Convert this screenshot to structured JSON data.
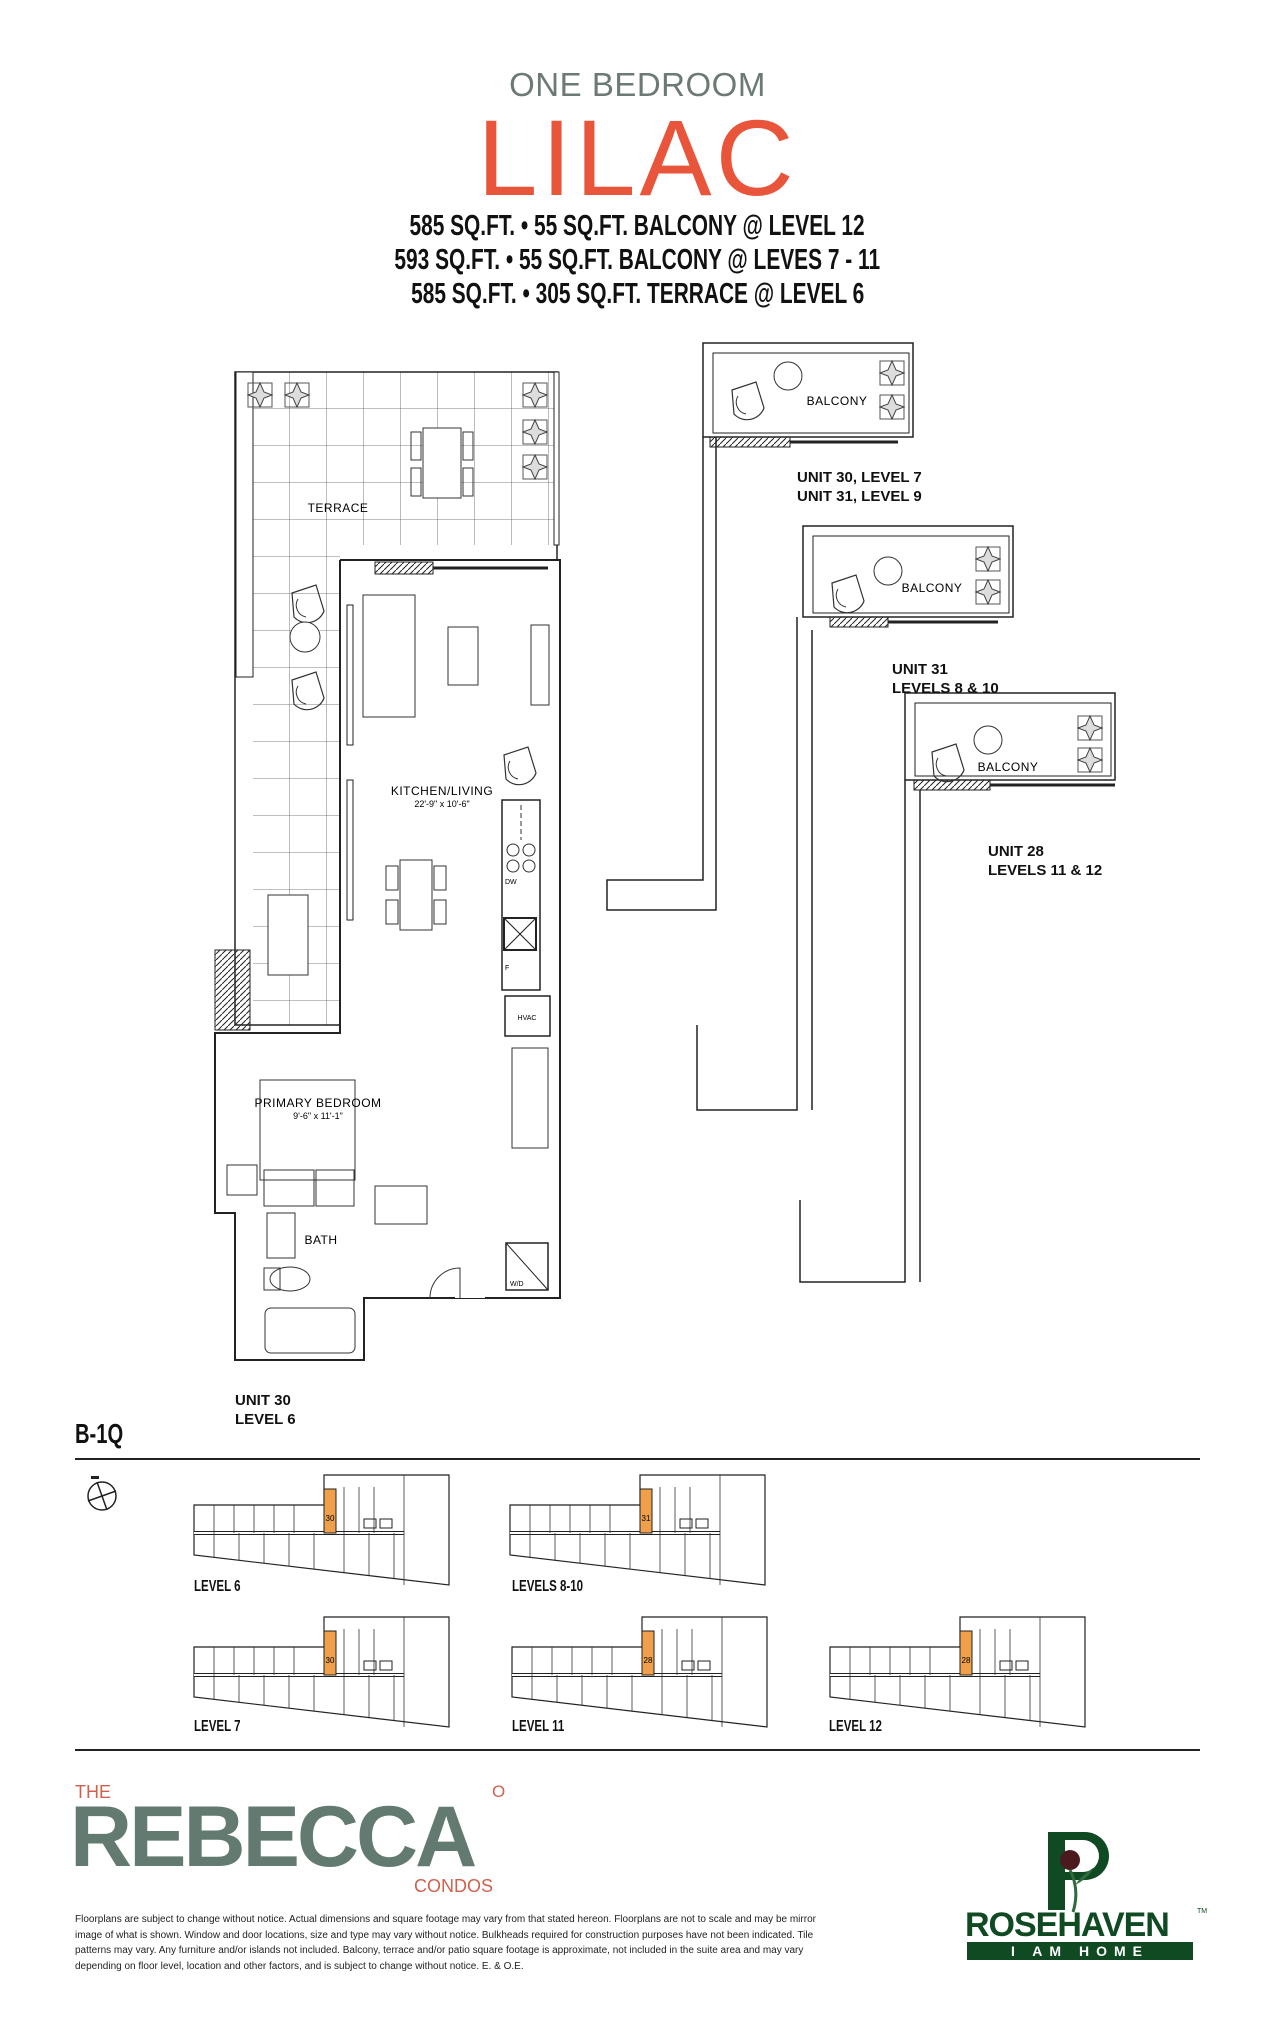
{
  "header": {
    "subtitle": "ONE BEDROOM",
    "title": "LILAC",
    "sqft_lines": [
      "585 SQ.FT. • 55 SQ.FT. BALCONY @ LEVEL 12",
      "593 SQ.FT. • 55 SQ.FT. BALCONY @ LEVES 7 - 11",
      "585 SQ.FT. • 305 SQ.FT. TERRACE @ LEVEL 6"
    ]
  },
  "main_plan": {
    "terrace": "TERRACE",
    "kitchen_living": "KITCHEN/LIVING",
    "kitchen_living_dim": "22'-9\" x 10'-6\"",
    "primary_bedroom": "PRIMARY BEDROOM",
    "primary_bedroom_dim": "9'-6\" x 11'-1\"",
    "bath": "BATH",
    "hvac": "HVAC",
    "wd": "W/D",
    "dw": "DW",
    "fridge": "F",
    "unit_line1": "UNIT 30",
    "unit_line2": "LEVEL 6"
  },
  "variants": [
    {
      "balcony": "BALCONY",
      "line1": "UNIT 30, LEVEL 7",
      "line2": "UNIT 31, LEVEL 9"
    },
    {
      "balcony": "BALCONY",
      "line1": "UNIT 31",
      "line2": "LEVELS 8 & 10"
    },
    {
      "balcony": "BALCONY",
      "line1": "UNIT 28",
      "line2": "LEVELS 11 & 12"
    }
  ],
  "plan_code": "B-1Q",
  "key_plans": [
    {
      "label": "LEVEL 6",
      "unit": "30"
    },
    {
      "label": "LEVELS 8-10",
      "unit": "31"
    },
    {
      "label": "LEVEL 7",
      "unit": "30"
    },
    {
      "label": "LEVEL 11",
      "unit": "28"
    },
    {
      "label": "LEVEL 12",
      "unit": "28"
    }
  ],
  "branding": {
    "the": "THE",
    "name": "REBECCA",
    "o": "O",
    "condos": "CONDOS",
    "developer": "ROSEHAVEN",
    "developer_tm": "TM",
    "developer_tagline": "I AM HOME"
  },
  "disclaimer": "Floorplans are subject to change without notice. Actual dimensions and square footage may vary from that stated hereon. Floorplans are not to scale and may be mirror image of what is shown. Window and door locations, size and type may vary without notice. Bulkheads required for construction purposes have not been indicated. Tile patterns may vary. Any furniture and/or islands not included. Balcony, terrace and/or patio square footage is approximate, not included in the suite area and may vary depending on floor level, location and other factors, and is subject to change without notice. E. & O.E.",
  "colors": {
    "accent": "#e8553a",
    "brand_green": "#627a6f",
    "highlight": "#f0a04b",
    "rosehaven": "#0f4a22"
  }
}
